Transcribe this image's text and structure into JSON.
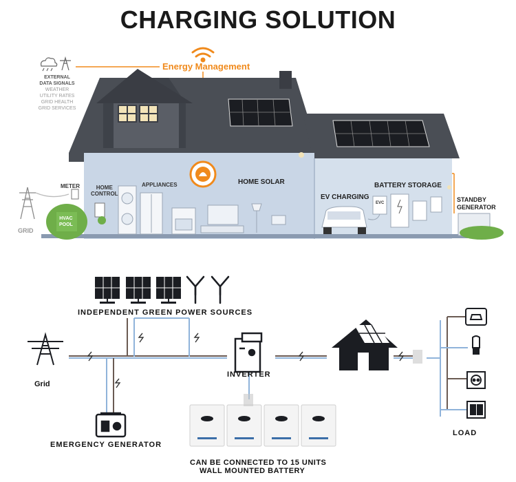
{
  "title": "CHARGING SOLUTION",
  "top": {
    "energy_management": "Energy Management",
    "external": {
      "heading": "EXTERNAL\nDATA SIGNALS",
      "items": "WEATHER\nUTILITY RATES\nGRID HEALTH\nGRID SERVICES"
    },
    "meter": "METER",
    "home_control": "HOME\nCONTROL",
    "appliances": "APPLIANCES",
    "home_solar": "HOME SOLAR",
    "ev_charging": "EV CHARGING",
    "battery_storage": "BATTERY STORAGE",
    "standby_generator": "STANDBY\nGENERATOR",
    "grid": "GRID",
    "hvac_pool": "HVAC\nPOOL",
    "evc": "EVC"
  },
  "bottom": {
    "green_sources": "INDEPENDENT GREEN POWER SOURCES",
    "grid": "Grid",
    "inverter": "INVERTER",
    "emergency_generator": "EMERGENCY GENERATOR",
    "load": "LOAD",
    "battery_note_1": "CAN BE CONNECTED TO 15 UNITS",
    "battery_note_2": "WALL MOUNTED BATTERY"
  },
  "colors": {
    "accent": "#f08a1c",
    "roof": "#4a4e55",
    "wall": "#c9d6e6",
    "line_blue": "#8fb3da",
    "line_dark": "#6a5a52"
  }
}
